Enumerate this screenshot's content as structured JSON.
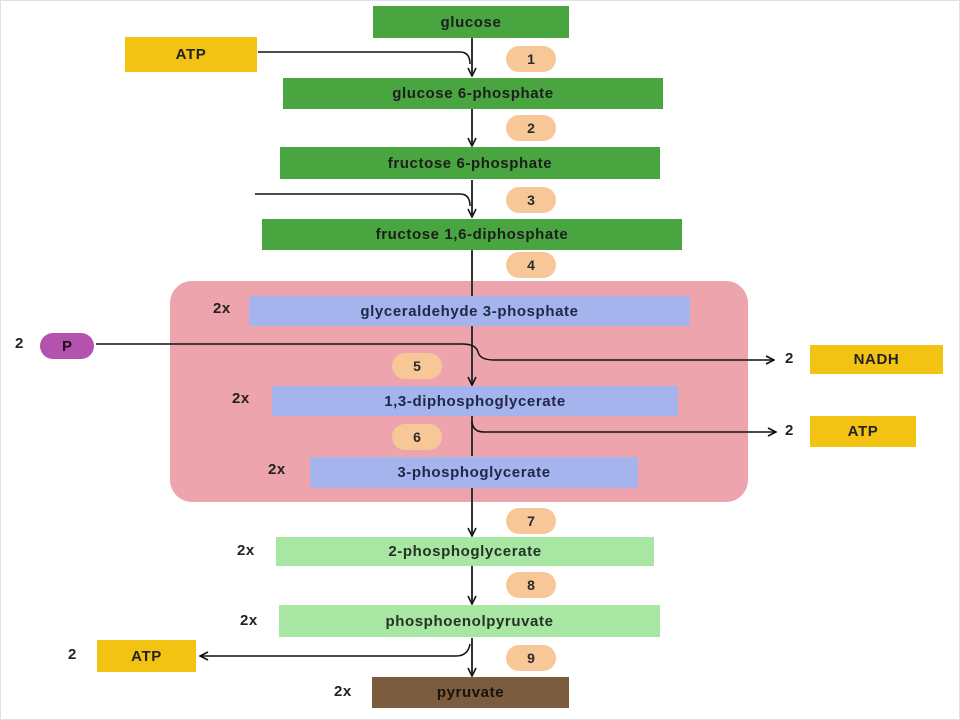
{
  "molecules": {
    "glucose": "glucose",
    "g6p": "glucose 6-phosphate",
    "f6p": "fructose 6-phosphate",
    "f16dp": "fructose 1,6-diphosphate",
    "g3p": "glyceraldehyde 3-phosphate",
    "bpg13": "1,3-diphosphoglycerate",
    "pg3": "3-phosphoglycerate",
    "pg2": "2-phosphoglycerate",
    "pep": "phosphoenolpyruvate",
    "pyruvate": "pyruvate"
  },
  "steps": [
    "1",
    "2",
    "3",
    "4",
    "5",
    "6",
    "7",
    "8",
    "9"
  ],
  "multipliers": {
    "g3p": "2x",
    "bpg13": "2x",
    "pg3": "2x",
    "pg2": "2x",
    "pep": "2x",
    "pyruvate": "2x"
  },
  "inputs": {
    "atp_in": "ATP",
    "phosphate_count": "2",
    "phosphate": "P"
  },
  "outputs": {
    "nadh_count": "2",
    "nadh": "NADH",
    "atp6_count": "2",
    "atp6": "ATP",
    "atp9_count": "2",
    "atp9": "ATP"
  },
  "colors": {
    "early_intermediate": "#49a53f",
    "late_intermediate": "#a8e6a4",
    "triose_intermediate": "#a6b4ee",
    "energy_carrier": "#f2c312",
    "end_product": "#7b5c3e",
    "paired_region": "#eda4ad",
    "step_marker": "#f7c797",
    "phosphate": "#b453ad"
  }
}
